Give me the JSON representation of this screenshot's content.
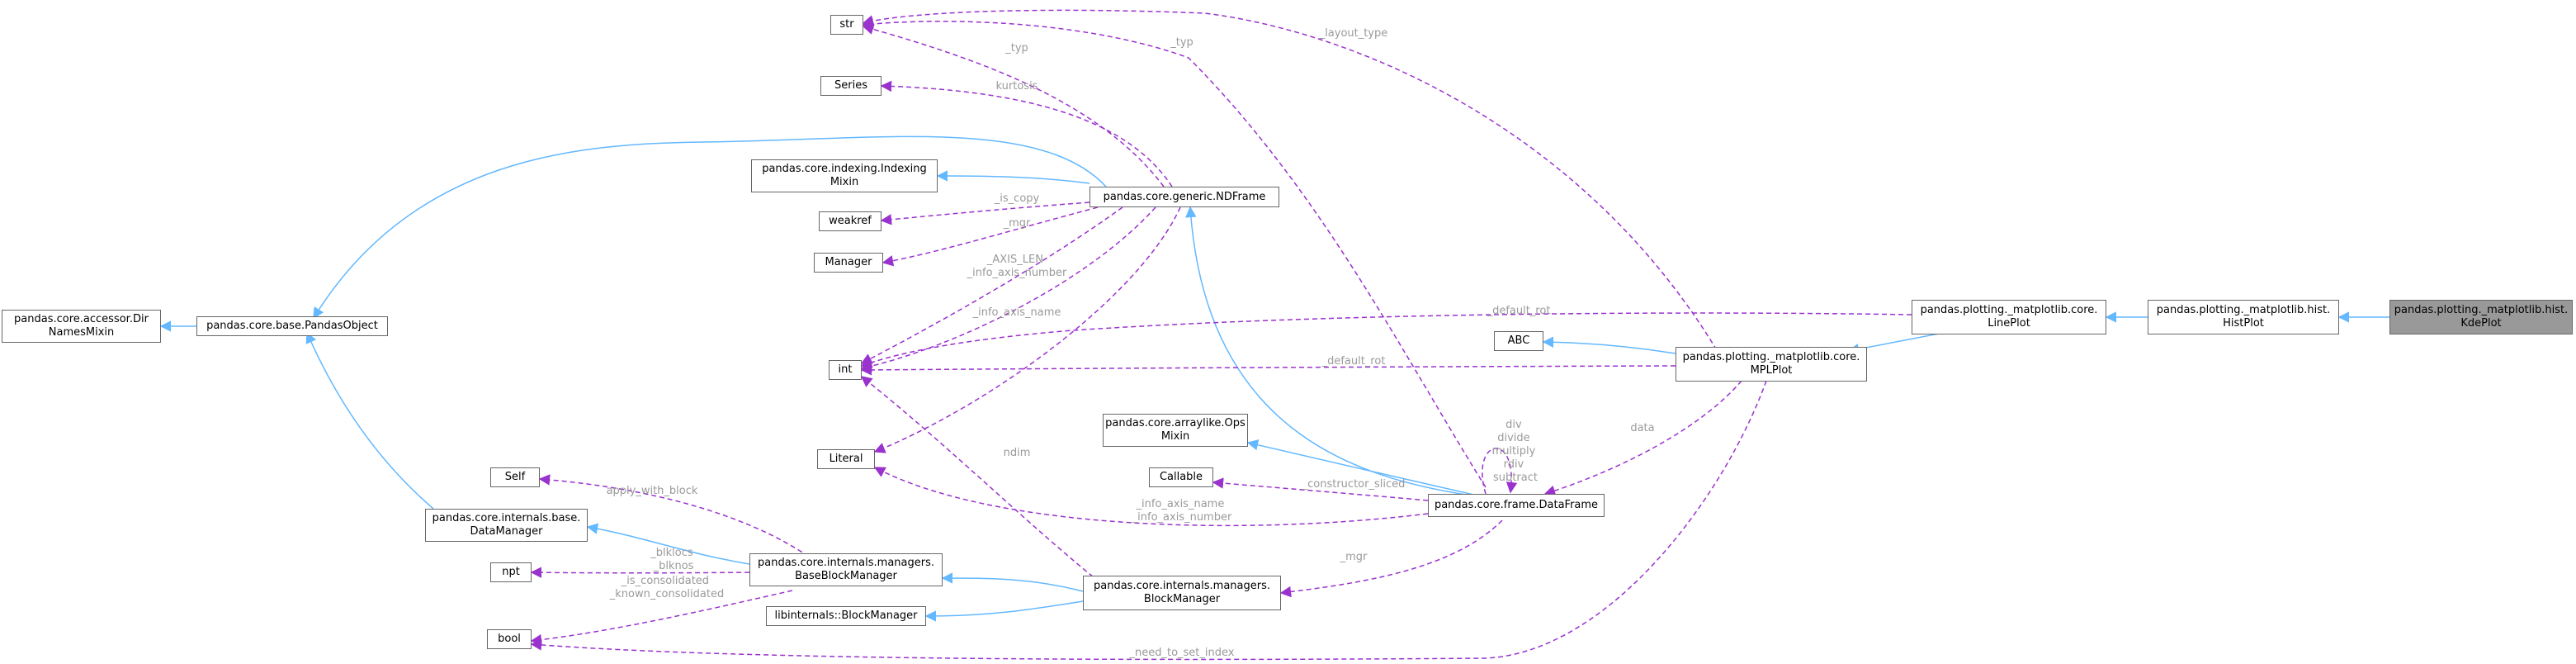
{
  "colors": {
    "inheritance": "#63b8ff",
    "usage": "#9a32cd",
    "label": "#9a9a9a",
    "highlight_fill": "#999999",
    "border": "#666666"
  },
  "nodes": {
    "str": [
      "str"
    ],
    "series": [
      "Series"
    ],
    "indexing_mixin": [
      "pandas.core.indexing.Indexing",
      "Mixin"
    ],
    "weakref": [
      "weakref"
    ],
    "manager": [
      "Manager"
    ],
    "dir_names_mixin": [
      "pandas.core.accessor.Dir",
      "NamesMixin"
    ],
    "pandas_object": [
      "pandas.core.base.PandasObject"
    ],
    "ndframe": [
      "pandas.core.generic.NDFrame"
    ],
    "int": [
      "int"
    ],
    "literal": [
      "Literal"
    ],
    "self": [
      "Self"
    ],
    "data_manager": [
      "pandas.core.internals.base.",
      "DataManager"
    ],
    "npt": [
      "npt"
    ],
    "bool": [
      "bool"
    ],
    "base_block_manager": [
      "pandas.core.internals.managers.",
      "BaseBlockManager"
    ],
    "libinternals_block_manager": [
      "libinternals::BlockManager"
    ],
    "block_manager": [
      "pandas.core.internals.managers.",
      "BlockManager"
    ],
    "ops_mixin": [
      "pandas.core.arraylike.Ops",
      "Mixin"
    ],
    "callable": [
      "Callable"
    ],
    "dataframe": [
      "pandas.core.frame.DataFrame"
    ],
    "abc": [
      "ABC"
    ],
    "mpl_plot": [
      "pandas.plotting._matplotlib.core.",
      "MPLPlot"
    ],
    "line_plot": [
      "pandas.plotting._matplotlib.core.",
      "LinePlot"
    ],
    "hist_plot": [
      "pandas.plotting._matplotlib.hist.",
      "HistPlot"
    ],
    "kde_plot": [
      "pandas.plotting._matplotlib.hist.",
      "KdePlot"
    ]
  },
  "edge_labels": {
    "layout_type": [
      "_layout_type"
    ],
    "typ_right": [
      "_typ"
    ],
    "typ_left": [
      "_typ"
    ],
    "kurtosis": [
      "kurtosis"
    ],
    "is_copy": [
      "_is_copy"
    ],
    "mgr_ndframe": [
      "_mgr"
    ],
    "axis_len": [
      "_AXIS_LEN",
      "_info_axis_number"
    ],
    "info_axis_name": [
      "_info_axis_name"
    ],
    "default_rot_top": [
      "_default_rot"
    ],
    "default_rot_mid": [
      "_default_rot"
    ],
    "df_self_ops": [
      "div",
      "divide",
      "multiply",
      "rdiv",
      "subtract"
    ],
    "data": [
      "data"
    ],
    "ndim": [
      "ndim"
    ],
    "constructor_sliced": [
      "_constructor_sliced"
    ],
    "info_axis_pair": [
      "_info_axis_name",
      "_info_axis_number"
    ],
    "apply_with_block": [
      "apply_with_block"
    ],
    "blklocs": [
      "_blklocs",
      "_blknos"
    ],
    "is_consolidated": [
      "_is_consolidated",
      "_known_consolidated"
    ],
    "mgr_df": [
      "_mgr"
    ],
    "need_to_set_index": [
      "_need_to_set_index"
    ]
  }
}
